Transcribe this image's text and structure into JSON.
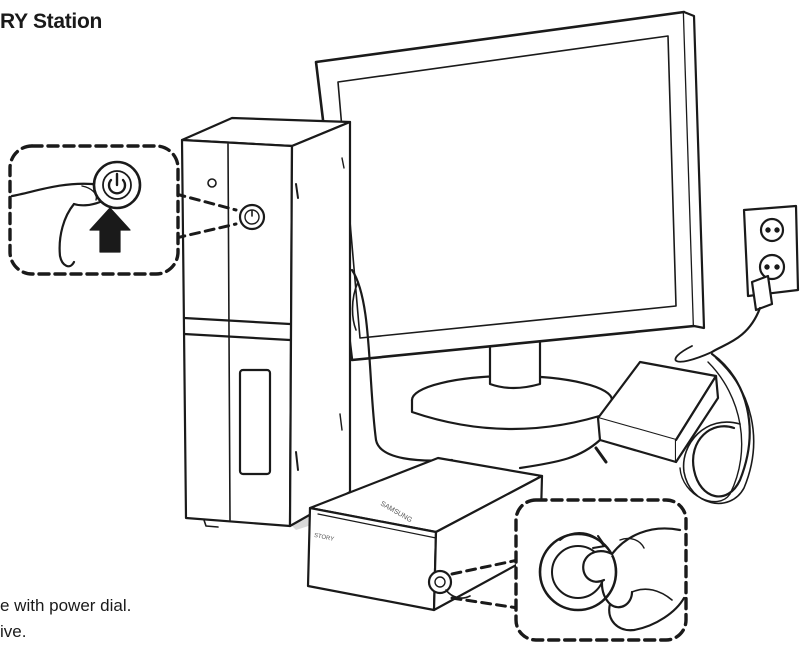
{
  "title": "RY Station",
  "captions": [
    "e with power dial.",
    "ive."
  ],
  "drive_brand": "SAMSUNG",
  "drive_model": "STORY",
  "icons": [
    "power-icon",
    "arrow-up-icon"
  ],
  "colors": {
    "ink": "#1a1a1a",
    "paper": "#ffffff",
    "shade": "#d9d9d9"
  }
}
